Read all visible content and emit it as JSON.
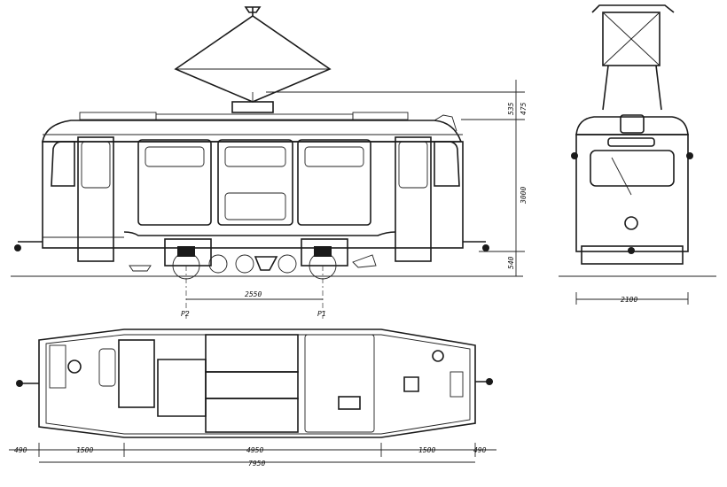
{
  "dimensions": {
    "pantograph_top_offset": "535",
    "pantograph_down_offset": "475",
    "body_height": "3000",
    "floor_height": "540",
    "bogie_spacing": "2550",
    "front_width": "2100",
    "plan_left_overhang": "490",
    "plan_left_end": "1500",
    "plan_middle": "4950",
    "plan_right_end": "1500",
    "plan_right_overhang": "490",
    "overall_length": "7950"
  },
  "axle_labels": {
    "left": "P2",
    "right": "P1"
  }
}
